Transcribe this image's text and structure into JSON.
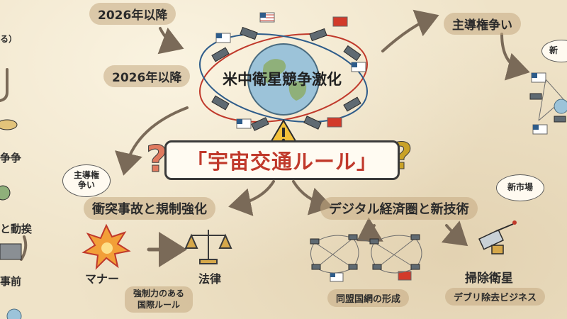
{
  "top": {
    "year_label_1": "2026年以降",
    "year_label_2": "2026年以降",
    "center_title": "米中衛星競争激化",
    "right_pill": "主導権争い"
  },
  "main": {
    "title": "「宇宙交通ルール」"
  },
  "left_branch": {
    "bubble": "主導権\n争い",
    "heading": "衝突事故と規制強化",
    "from_label": "マナー",
    "to_label": "法律",
    "bottom_pill": "強制力のある\n国際ルール"
  },
  "right_branch": {
    "bubble": "新市場",
    "heading": "デジタル経済圏と新技術",
    "network_label": "同盟国網の形成",
    "sat_label": "掃除衛星",
    "sat_sub": "デブリ除去ビジネス"
  },
  "edges": {
    "left_1": "る）",
    "left_2": "争争",
    "left_3": "と動挨",
    "left_4": "事前",
    "right_top": "新"
  },
  "colors": {
    "accent_red": "#c0392b",
    "question_red": "#e07a5f",
    "question_gold": "#c9a227",
    "arrow": "#7a6a58"
  }
}
